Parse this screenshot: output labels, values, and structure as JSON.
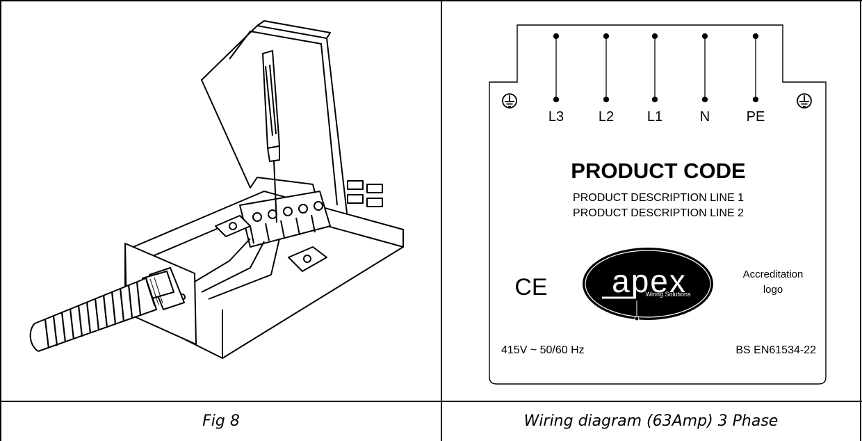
{
  "figure": {
    "caption": "Fig 8"
  },
  "wiring": {
    "caption": "Wiring diagram (63Amp) 3 Phase",
    "terminals": [
      "L3",
      "L2",
      "L1",
      "N",
      "PE"
    ],
    "product_code": "PRODUCT CODE",
    "description_line_1": "PRODUCT DESCRIPTION LINE 1",
    "description_line_2": "PRODUCT DESCRIPTION LINE 2",
    "ce_mark": "CE",
    "logo_text": "apex",
    "logo_subtext": "Wiring Solutions",
    "accreditation_line_1": "Accreditation",
    "accreditation_line_2": "logo",
    "voltage": "415V ~ 50/60 Hz",
    "standard": "BS EN61534-22"
  }
}
